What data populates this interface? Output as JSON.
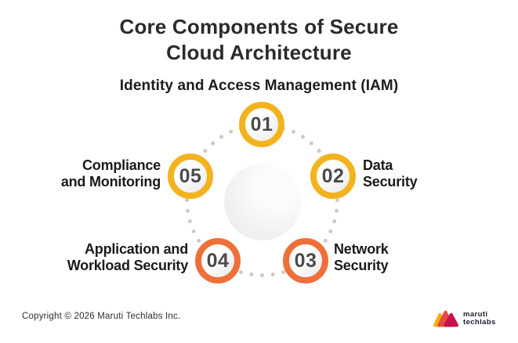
{
  "title": {
    "line1": "Core Components of Secure",
    "line2": "Cloud Architecture",
    "full": "Core Components of Secure Cloud Architecture"
  },
  "components": [
    {
      "number": "01",
      "label": "Identity and Access Management (IAM)",
      "lines": [
        "Identity and Access Management (IAM)"
      ],
      "ring_color": "#f3b31f"
    },
    {
      "number": "02",
      "label": "Data Security",
      "lines": [
        "Data",
        "Security"
      ],
      "ring_color": "#f3b31f"
    },
    {
      "number": "03",
      "label": "Network Security",
      "lines": [
        "Network",
        "Security"
      ],
      "ring_color": "#ee7039"
    },
    {
      "number": "04",
      "label": "Application and Workload Security",
      "lines": [
        "Application and",
        "Workload Security"
      ],
      "ring_color": "#ee7039"
    },
    {
      "number": "05",
      "label": "Compliance and Monitoring",
      "lines": [
        "Compliance",
        "and Monitoring"
      ],
      "ring_color": "#f3b31f"
    }
  ],
  "footer": {
    "copyright": "Copyright © 2026 Maruti Techlabs Inc.",
    "logo": {
      "line1": "maruti",
      "line2": "techlabs"
    }
  },
  "colors": {
    "ring_yellow": "#f3b31f",
    "ring_orange": "#ee7039",
    "dot_gray": "#cbcbcb",
    "number_text": "#4b4b4b",
    "title_text": "#2b2b2b",
    "logo_yellow": "#f5af18",
    "logo_red": "#e84b3d",
    "logo_magenta": "#c4124f"
  }
}
